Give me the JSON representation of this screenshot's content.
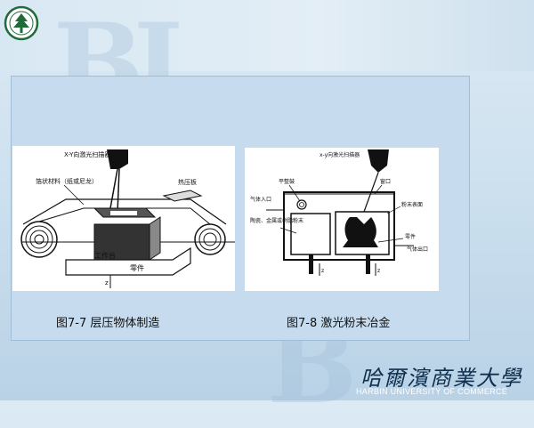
{
  "figure1": {
    "labels": {
      "scanner": "X-Y向激光扫描器",
      "material": "箔状材料（纸或尼龙）",
      "hot_press": "热压板",
      "worktable": "工作台",
      "part": "零件"
    },
    "caption": "图7-7 层压物体制造"
  },
  "figure2": {
    "labels": {
      "scanner": "x-y向激光扫描器",
      "leveling_roller": "平整鼓",
      "window": "窗口",
      "gas_in": "气体入口",
      "powder_surface": "粉末表面",
      "powder": "陶瓷、金属或树脂粉末",
      "part": "零件",
      "gas_out": "气体出口"
    },
    "caption": "图7-8  激光粉末冶金"
  },
  "university": {
    "name_cn": "哈爾濱商業大學",
    "name_en": "HARBIN UNIVERSITY OF COMMERCE"
  },
  "colors": {
    "background": "#cfe2ef",
    "slide": "#c6dbee",
    "logo_green": "#1f6b3a"
  }
}
